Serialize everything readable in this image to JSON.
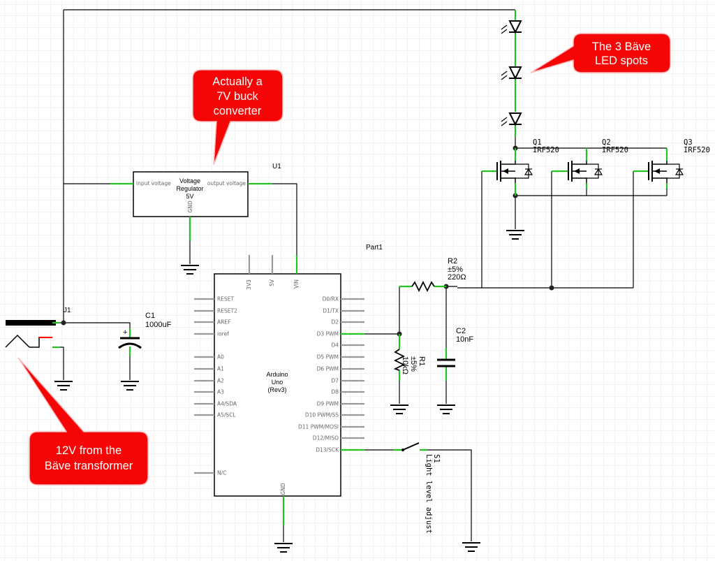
{
  "schematic": {
    "callouts": {
      "buck_lines": [
        "Actually a",
        "7V buck",
        "converter"
      ],
      "led_lines": [
        "The 3 Bäve",
        "LED spots"
      ],
      "transformer_lines": [
        "12V from the",
        "Bäve transformer"
      ]
    },
    "u1": {
      "ref": "U1",
      "title_lines": [
        "Voltage",
        "Regulator",
        "5V"
      ],
      "pin_input": "input voltage",
      "pin_output": "output voltage",
      "pin_gnd": "GND"
    },
    "j1": {
      "ref": "J1"
    },
    "c1": {
      "ref": "C1",
      "value": "1000uF"
    },
    "c2": {
      "ref": "C2",
      "value": "10nF"
    },
    "r1": {
      "ref": "R1",
      "tol": "±5%",
      "value": "10kΩ"
    },
    "r2": {
      "ref": "R2",
      "tol": "±5%",
      "value": "220Ω"
    },
    "q1": {
      "ref": "Q1",
      "part": "IRF520"
    },
    "q2": {
      "ref": "Q2",
      "part": "IRF520"
    },
    "q3": {
      "ref": "Q3",
      "part": "IRF520"
    },
    "s1": {
      "ref": "S1",
      "label": "Light level adjust"
    },
    "arduino": {
      "part_label": "Part1",
      "title_lines": [
        "Arduino",
        "Uno",
        "(Rev3)"
      ],
      "top_pins": [
        "3V3",
        "5V",
        "VIN"
      ],
      "bottom_pin": "GND",
      "left_pins": [
        "RESET",
        "RESET2",
        "AREF",
        "ioref",
        "A0",
        "A1",
        "A2",
        "A3",
        "A4/SDA",
        "A5/SCL",
        "N/C"
      ],
      "right_pins": [
        "D0/RX",
        "D1/TX",
        "D2",
        "D3 PWM",
        "D4",
        "D5 PWM",
        "D6 PWM",
        "D7",
        "D8",
        "D9 PWM",
        "D10 PWM/SS",
        "D11 PWM/MOSI",
        "D12/MISO",
        "D13/SCK"
      ]
    },
    "colors": {
      "wire": "#000000",
      "pin_connected": "#22c322",
      "pin_unconnected": "#999999",
      "callout": "#f50505",
      "grid": "#e4e4e4"
    }
  }
}
